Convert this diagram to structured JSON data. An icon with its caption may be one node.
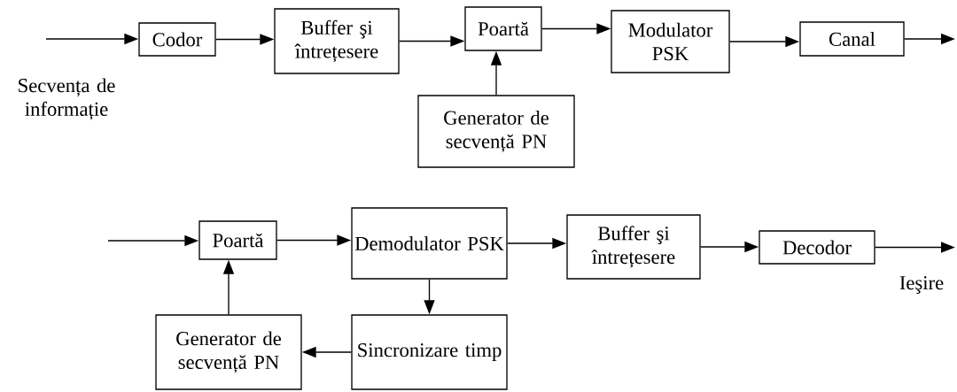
{
  "diagram": {
    "nodes": [
      {
        "text": [
          "Codor"
        ]
      },
      {
        "text": [
          "Buffer şi întrețesere"
        ]
      },
      {
        "text": [
          "Poartă"
        ]
      },
      {
        "text": [
          "Generator de secvență PN"
        ]
      },
      {
        "text": [
          "Modulator PSK"
        ]
      },
      {
        "text": [
          "Canal"
        ]
      },
      {
        "text": [
          "Poartă"
        ]
      },
      {
        "text": [
          "Demodulator PSK"
        ]
      },
      {
        "text": [
          "Buffer şi întrețesere"
        ]
      },
      {
        "text": [
          "Decodor"
        ]
      },
      {
        "text": [
          "Generator de secvență PN"
        ]
      },
      {
        "text": [
          "Sincronizare timp"
        ]
      }
    ],
    "edges": [
      {
        "from": null,
        "to": 0,
        "arrow": "to"
      },
      {
        "from": 0,
        "to": 1,
        "arrow": "to"
      },
      {
        "from": 1,
        "to": 2,
        "arrow": "to"
      },
      {
        "from": 3,
        "to": 2,
        "arrow": "to"
      },
      {
        "from": 2,
        "to": 4,
        "arrow": "to"
      },
      {
        "from": 4,
        "to": 5,
        "arrow": "to"
      },
      {
        "from": 5,
        "to": null,
        "arrow": "to"
      },
      {
        "from": null,
        "to": 6,
        "arrow": "to"
      },
      {
        "from": 6,
        "to": 7,
        "arrow": "to"
      },
      {
        "from": 7,
        "to": 8,
        "arrow": "to"
      },
      {
        "from": 8,
        "to": 9,
        "arrow": "to"
      },
      {
        "from": 9,
        "to": null,
        "arrow": "to"
      },
      {
        "from": 7,
        "to": 11,
        "arrow": "to"
      },
      {
        "from": 11,
        "to": 10,
        "arrow": "to"
      },
      {
        "from": 10,
        "to": 6,
        "arrow": "to"
      }
    ],
    "labels": [
      "Secvența de informație",
      "Ieşire"
    ]
  }
}
